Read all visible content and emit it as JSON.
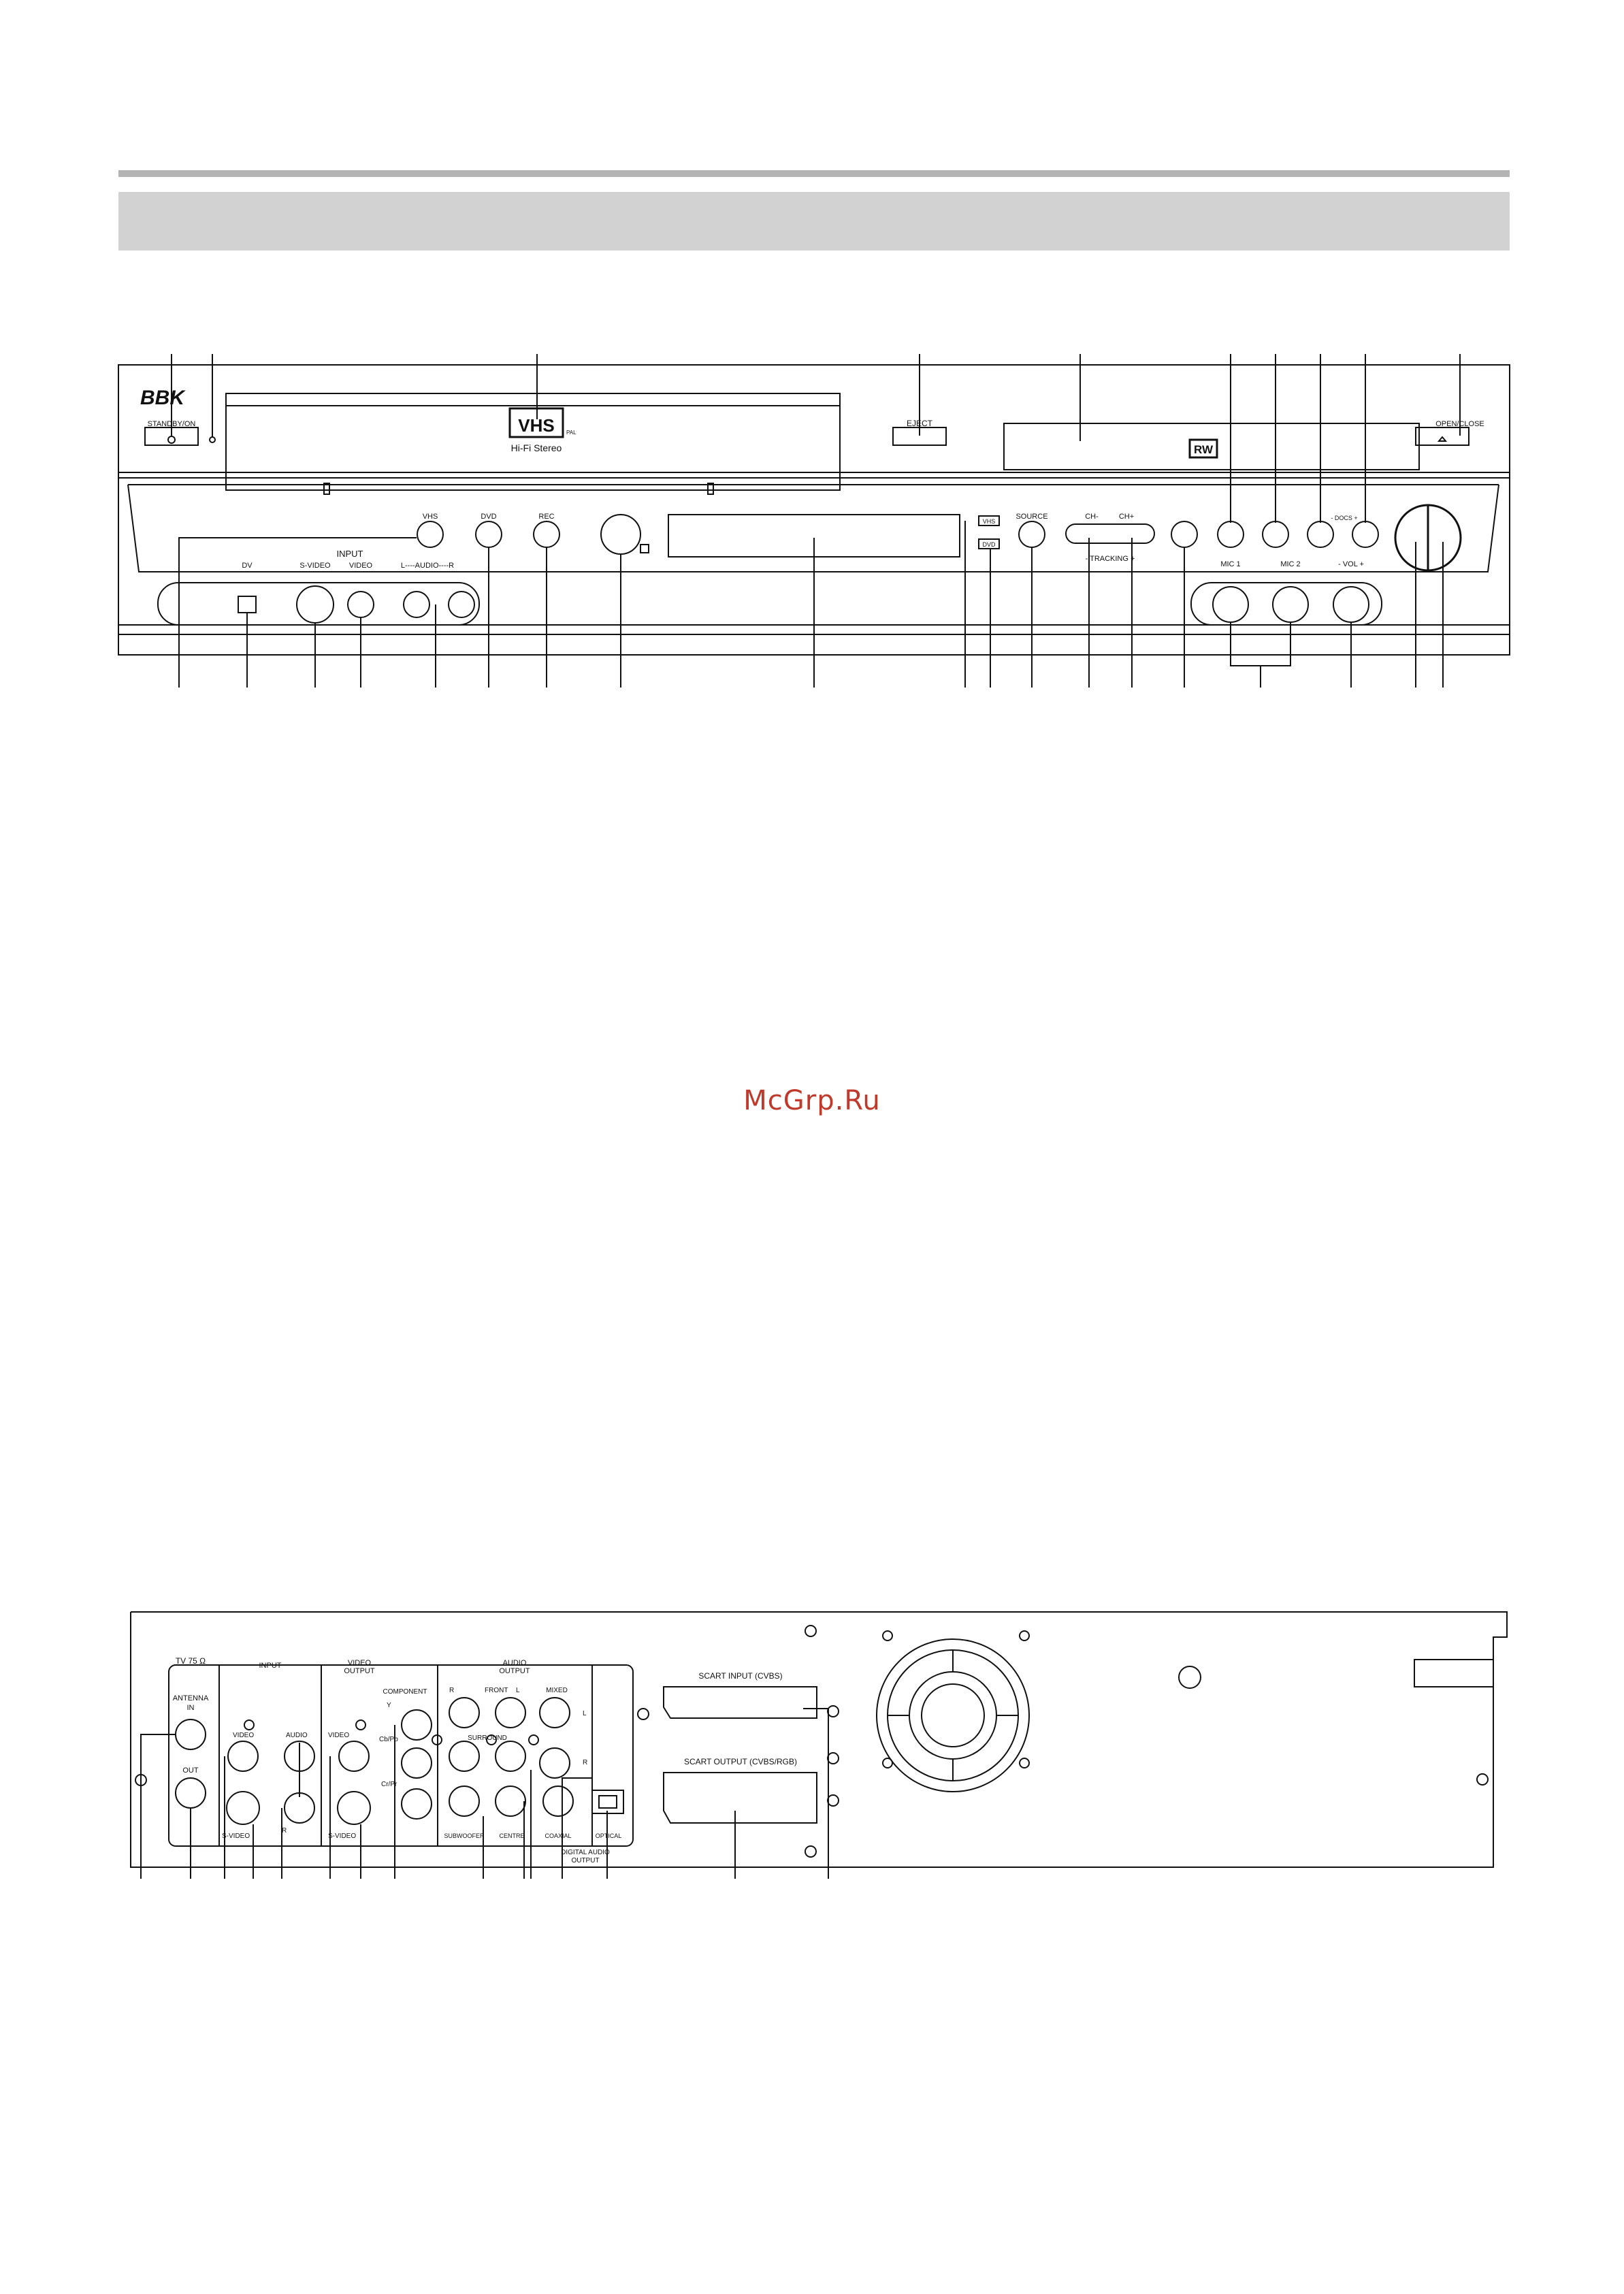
{
  "front": {
    "brand": "BBK",
    "standby": "STANDBY/ON",
    "vhs_logo": "VHS",
    "vhs_pal": "PAL",
    "hifi": "Hi-Fi Stereo",
    "eject": "EJECT",
    "rw_logo": "RW",
    "open_close": "OPEN/CLOSE",
    "vhs_btn": "VHS",
    "dvd_btn": "DVD",
    "rec_btn": "REC",
    "input_title": "INPUT",
    "dv": "DV",
    "svideo": "S-VIDEO",
    "video": "VIDEO",
    "audio_lr": "L----AUDIO----R",
    "source": "SOURCE",
    "ch_minus": "CH-",
    "ch_plus": "CH+",
    "tracking": "- TRACKING +",
    "docs": "- DOCS +",
    "mic1": "MIC 1",
    "mic2": "MIC 2",
    "vol": "- VOL +",
    "ind_vhs": "VHS",
    "ind_dvd": "DVD"
  },
  "rear": {
    "tv_750": "TV 75 Ω",
    "antenna_in": "ANTENNA",
    "in": "IN",
    "out": "OUT",
    "input": "INPUT",
    "video_output": "VIDEO",
    "video_output2": "OUTPUT",
    "audio_output": "AUDIO",
    "audio_output2": "OUTPUT",
    "video": "VIDEO",
    "audio": "AUDIO",
    "r": "R",
    "s_video": "S-VIDEO",
    "component": "COMPONENT",
    "y": "Y",
    "cbpb": "Cb/Pb",
    "crpr": "Cr/Pr",
    "video2": "VIDEO",
    "s_video2": "S-VIDEO",
    "front": "FRONT",
    "l": "L",
    "mixed": "MIXED",
    "surround": "SURROUND",
    "subwoofer": "SUBWOOFER",
    "centre": "CENTRE",
    "coaxial": "COAXIAL",
    "optical": "OPTICAL",
    "digital_audio_output": "DIGITAL AUDIO",
    "digital_audio_output2": "OUTPUT",
    "scart_in": "SCART INPUT (CVBS)",
    "scart_out": "SCART OUTPUT (CVBS/RGB)"
  },
  "watermark": "McGrp.Ru"
}
